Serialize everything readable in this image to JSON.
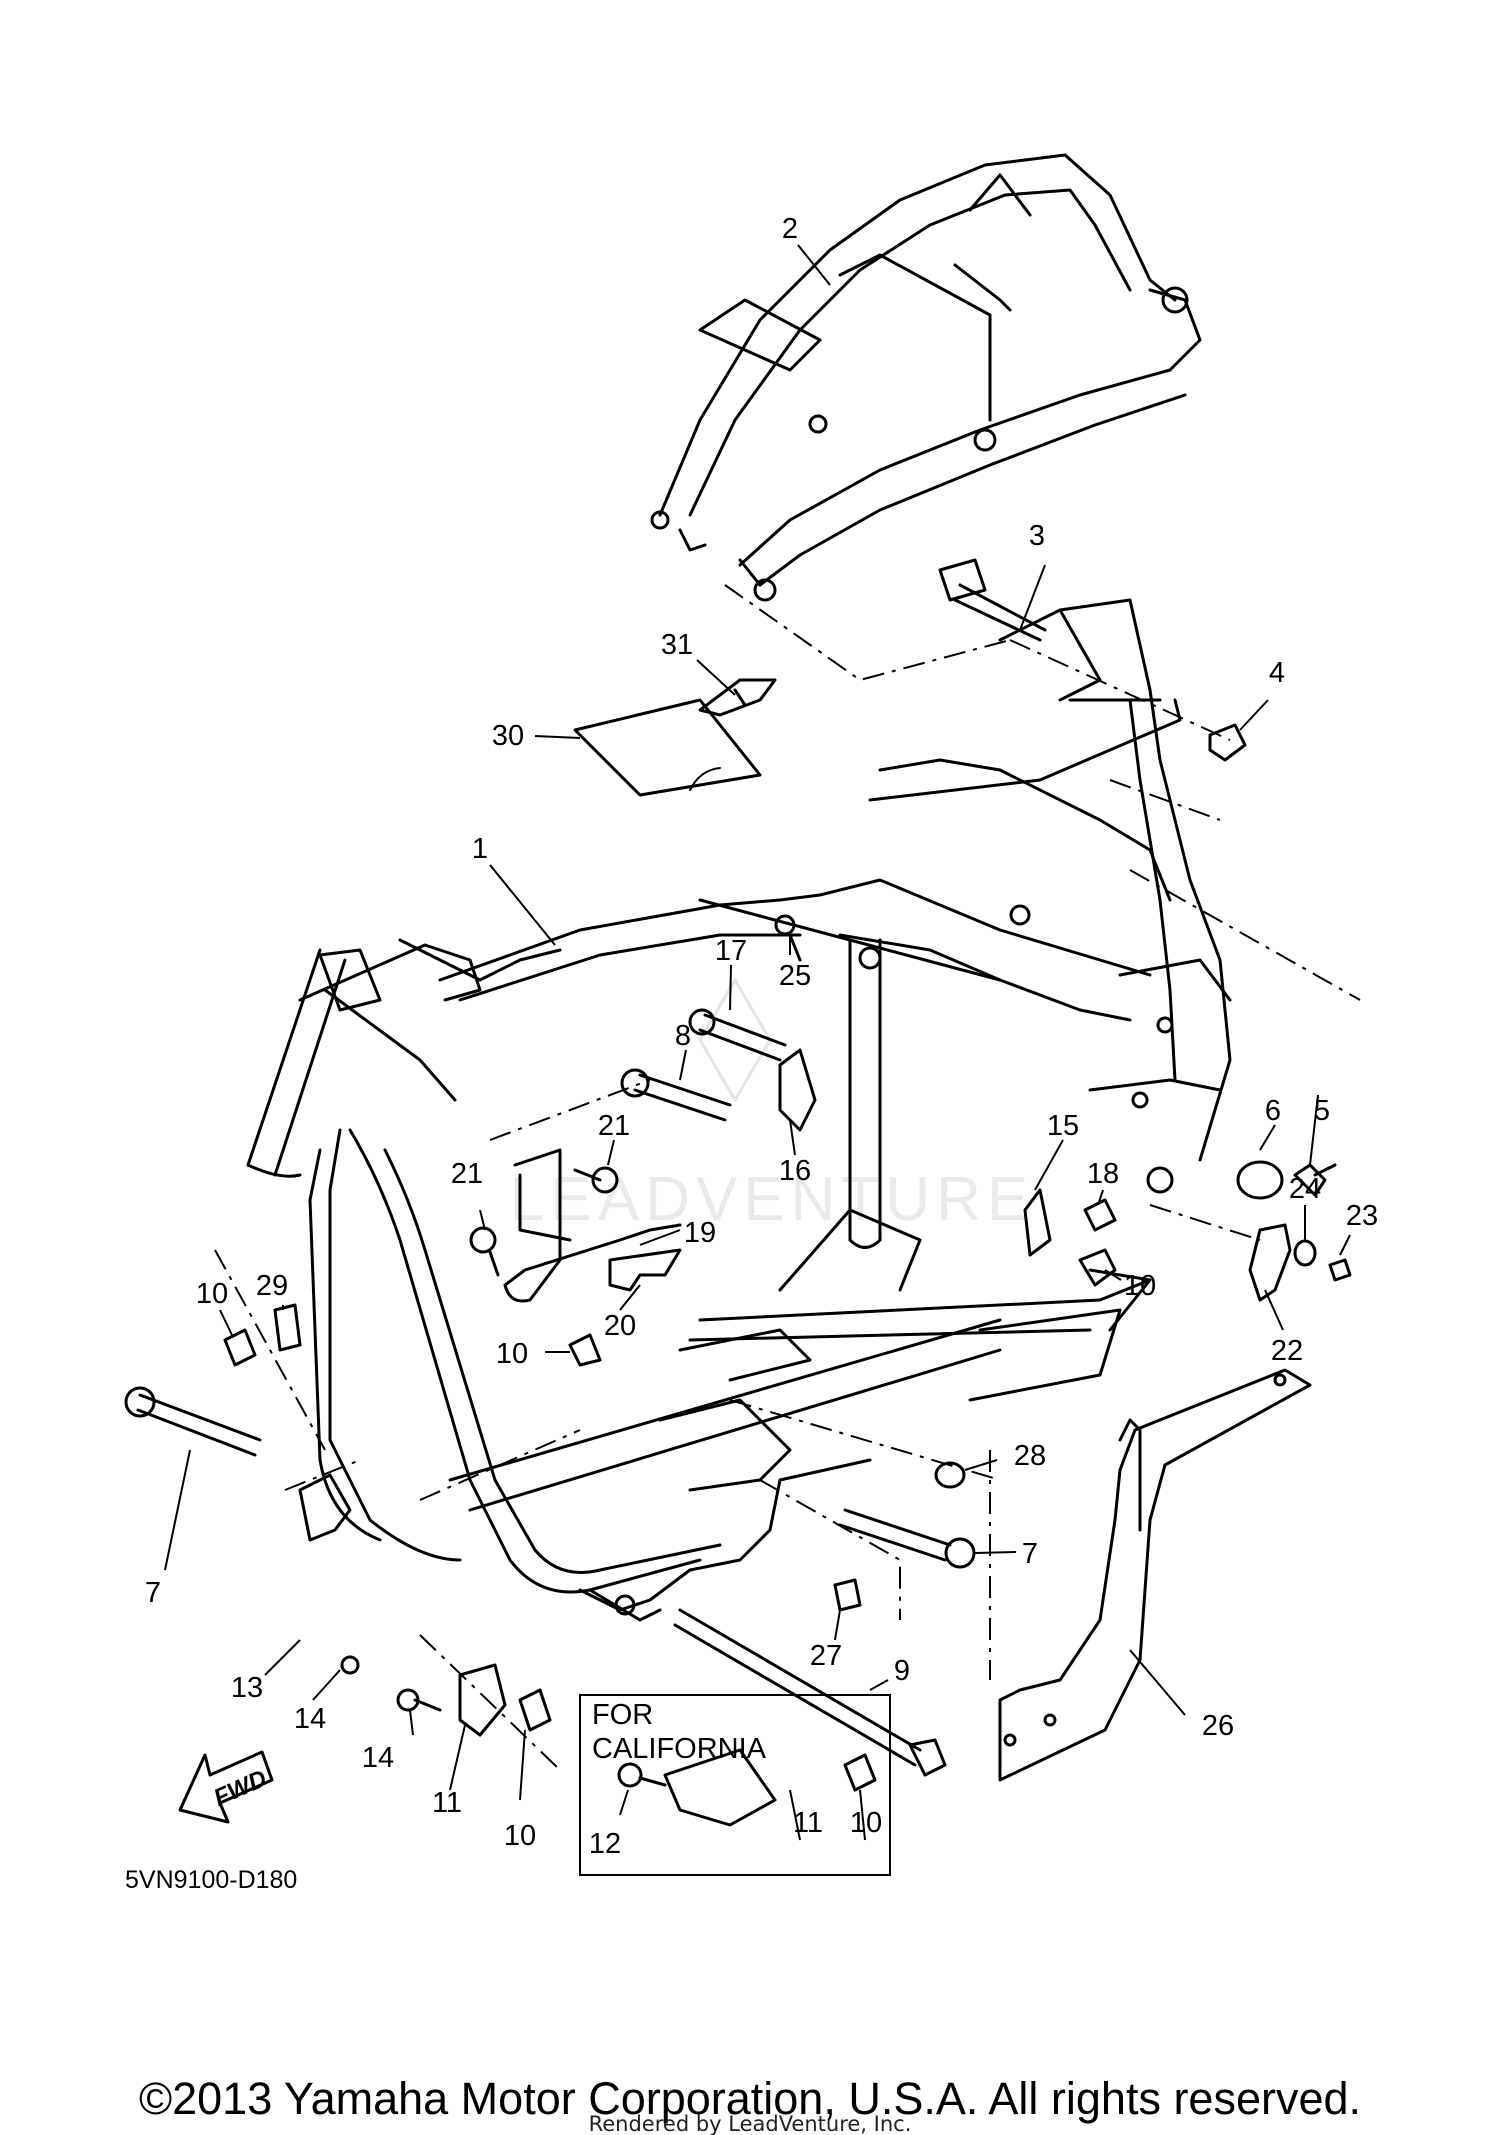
{
  "diagram": {
    "code": "5VN9100-D180",
    "copyright": "©2013 Yamaha Motor Corporation, U.S.A. All rights reserved.",
    "rendered_by": "Rendered by LeadVenture, Inc.",
    "california_box_title_line1": "FOR",
    "california_box_title_line2": "CALIFORNIA",
    "fwd_label": "FWD"
  },
  "callouts": [
    "2",
    "3",
    "31",
    "30",
    "4",
    "1",
    "17",
    "25",
    "8",
    "21",
    "21",
    "19",
    "20",
    "15",
    "18",
    "10",
    "16",
    "6",
    "5",
    "24",
    "23",
    "22",
    "10",
    "29",
    "10",
    "28",
    "7",
    "7",
    "13",
    "14",
    "14",
    "11",
    "10",
    "27",
    "9",
    "26",
    "12",
    "11",
    "10"
  ]
}
